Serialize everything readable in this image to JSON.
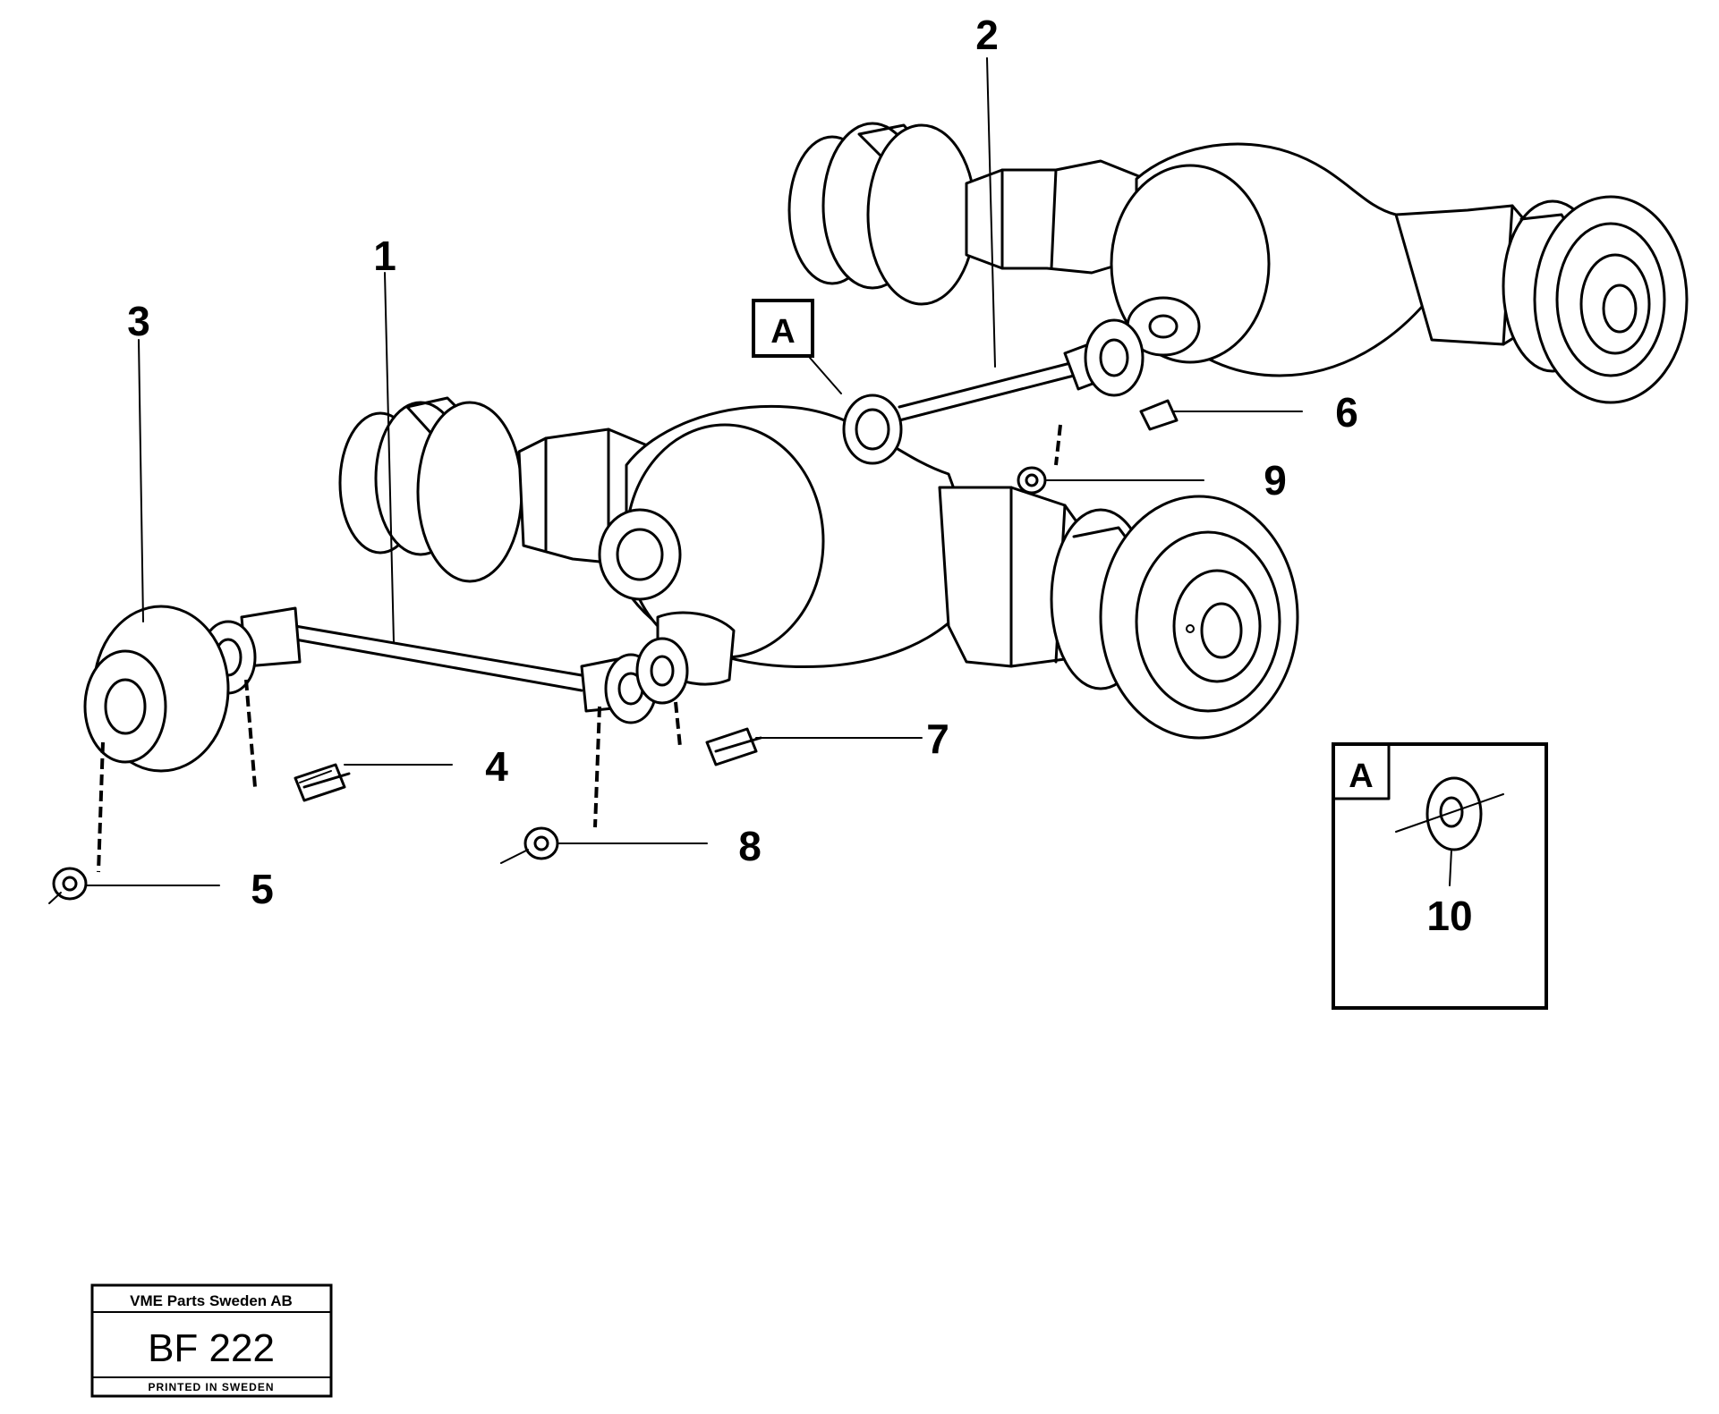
{
  "callouts": {
    "c1": "1",
    "c2": "2",
    "c3": "3",
    "c4": "4",
    "c5": "5",
    "c6": "6",
    "c7": "7",
    "c8": "8",
    "c9": "9",
    "c10": "10"
  },
  "view_marker": {
    "label": "A"
  },
  "detail_box": {
    "label": "A"
  },
  "title_block": {
    "company": "VME Parts Sweden AB",
    "code": "BF 222",
    "printed": "PRINTED IN SWEDEN"
  }
}
